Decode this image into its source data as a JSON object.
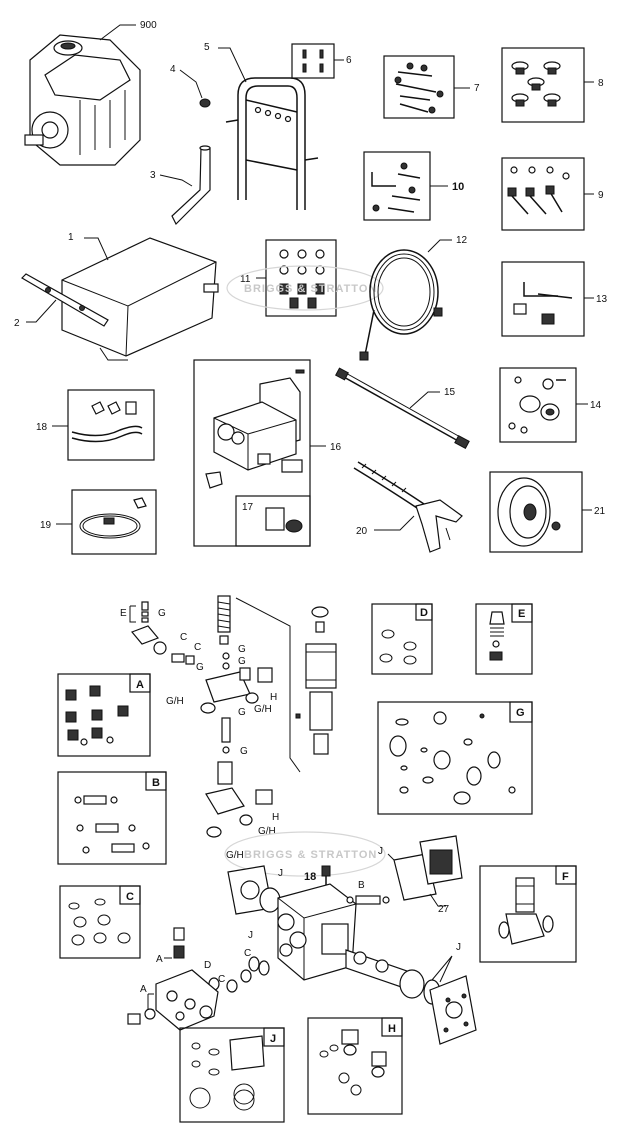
{
  "callouts": {
    "c900": "900",
    "c1": "1",
    "c2": "2",
    "c3": "3",
    "c4": "4",
    "c5": "5",
    "c6": "6",
    "c7": "7",
    "c8": "8",
    "c9": "9",
    "c10": "10",
    "c11": "11",
    "c12": "12",
    "c13": "13",
    "c14": "14",
    "c15": "15",
    "c16": "16",
    "c17": "17",
    "c18": "18",
    "c19": "19",
    "c20": "20",
    "c21": "21",
    "c18b": "18",
    "c27": "27"
  },
  "kits": {
    "A": "A",
    "B": "B",
    "C": "C",
    "D": "D",
    "E": "E",
    "F": "F",
    "G": "G",
    "H": "H",
    "J": "J"
  },
  "seal_labels": {
    "a": "A",
    "b": "B",
    "c": "C",
    "d": "D",
    "e": "E",
    "g": "G",
    "h": "H",
    "j": "J",
    "gh": "G/H"
  },
  "watermark": {
    "text": "BRIGGS & STRATTON"
  }
}
